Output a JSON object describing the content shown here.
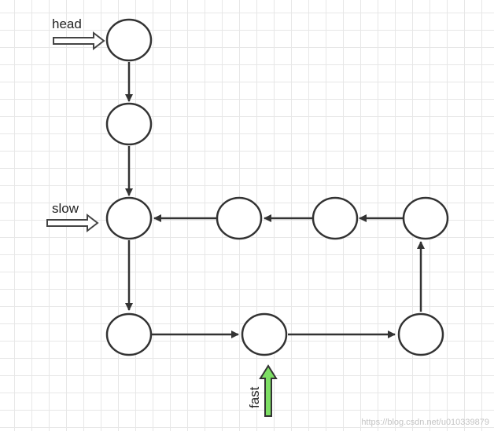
{
  "labels": {
    "head": "head",
    "slow": "slow",
    "fast": "fast"
  },
  "watermark": "https://blog.csdn.net/u010339879",
  "colors": {
    "node_stroke": "#333333",
    "edge": "#333333",
    "pointer_outline": "#444444",
    "fast_fill": "#7ddf64",
    "grid": "#e7e7e7"
  }
}
